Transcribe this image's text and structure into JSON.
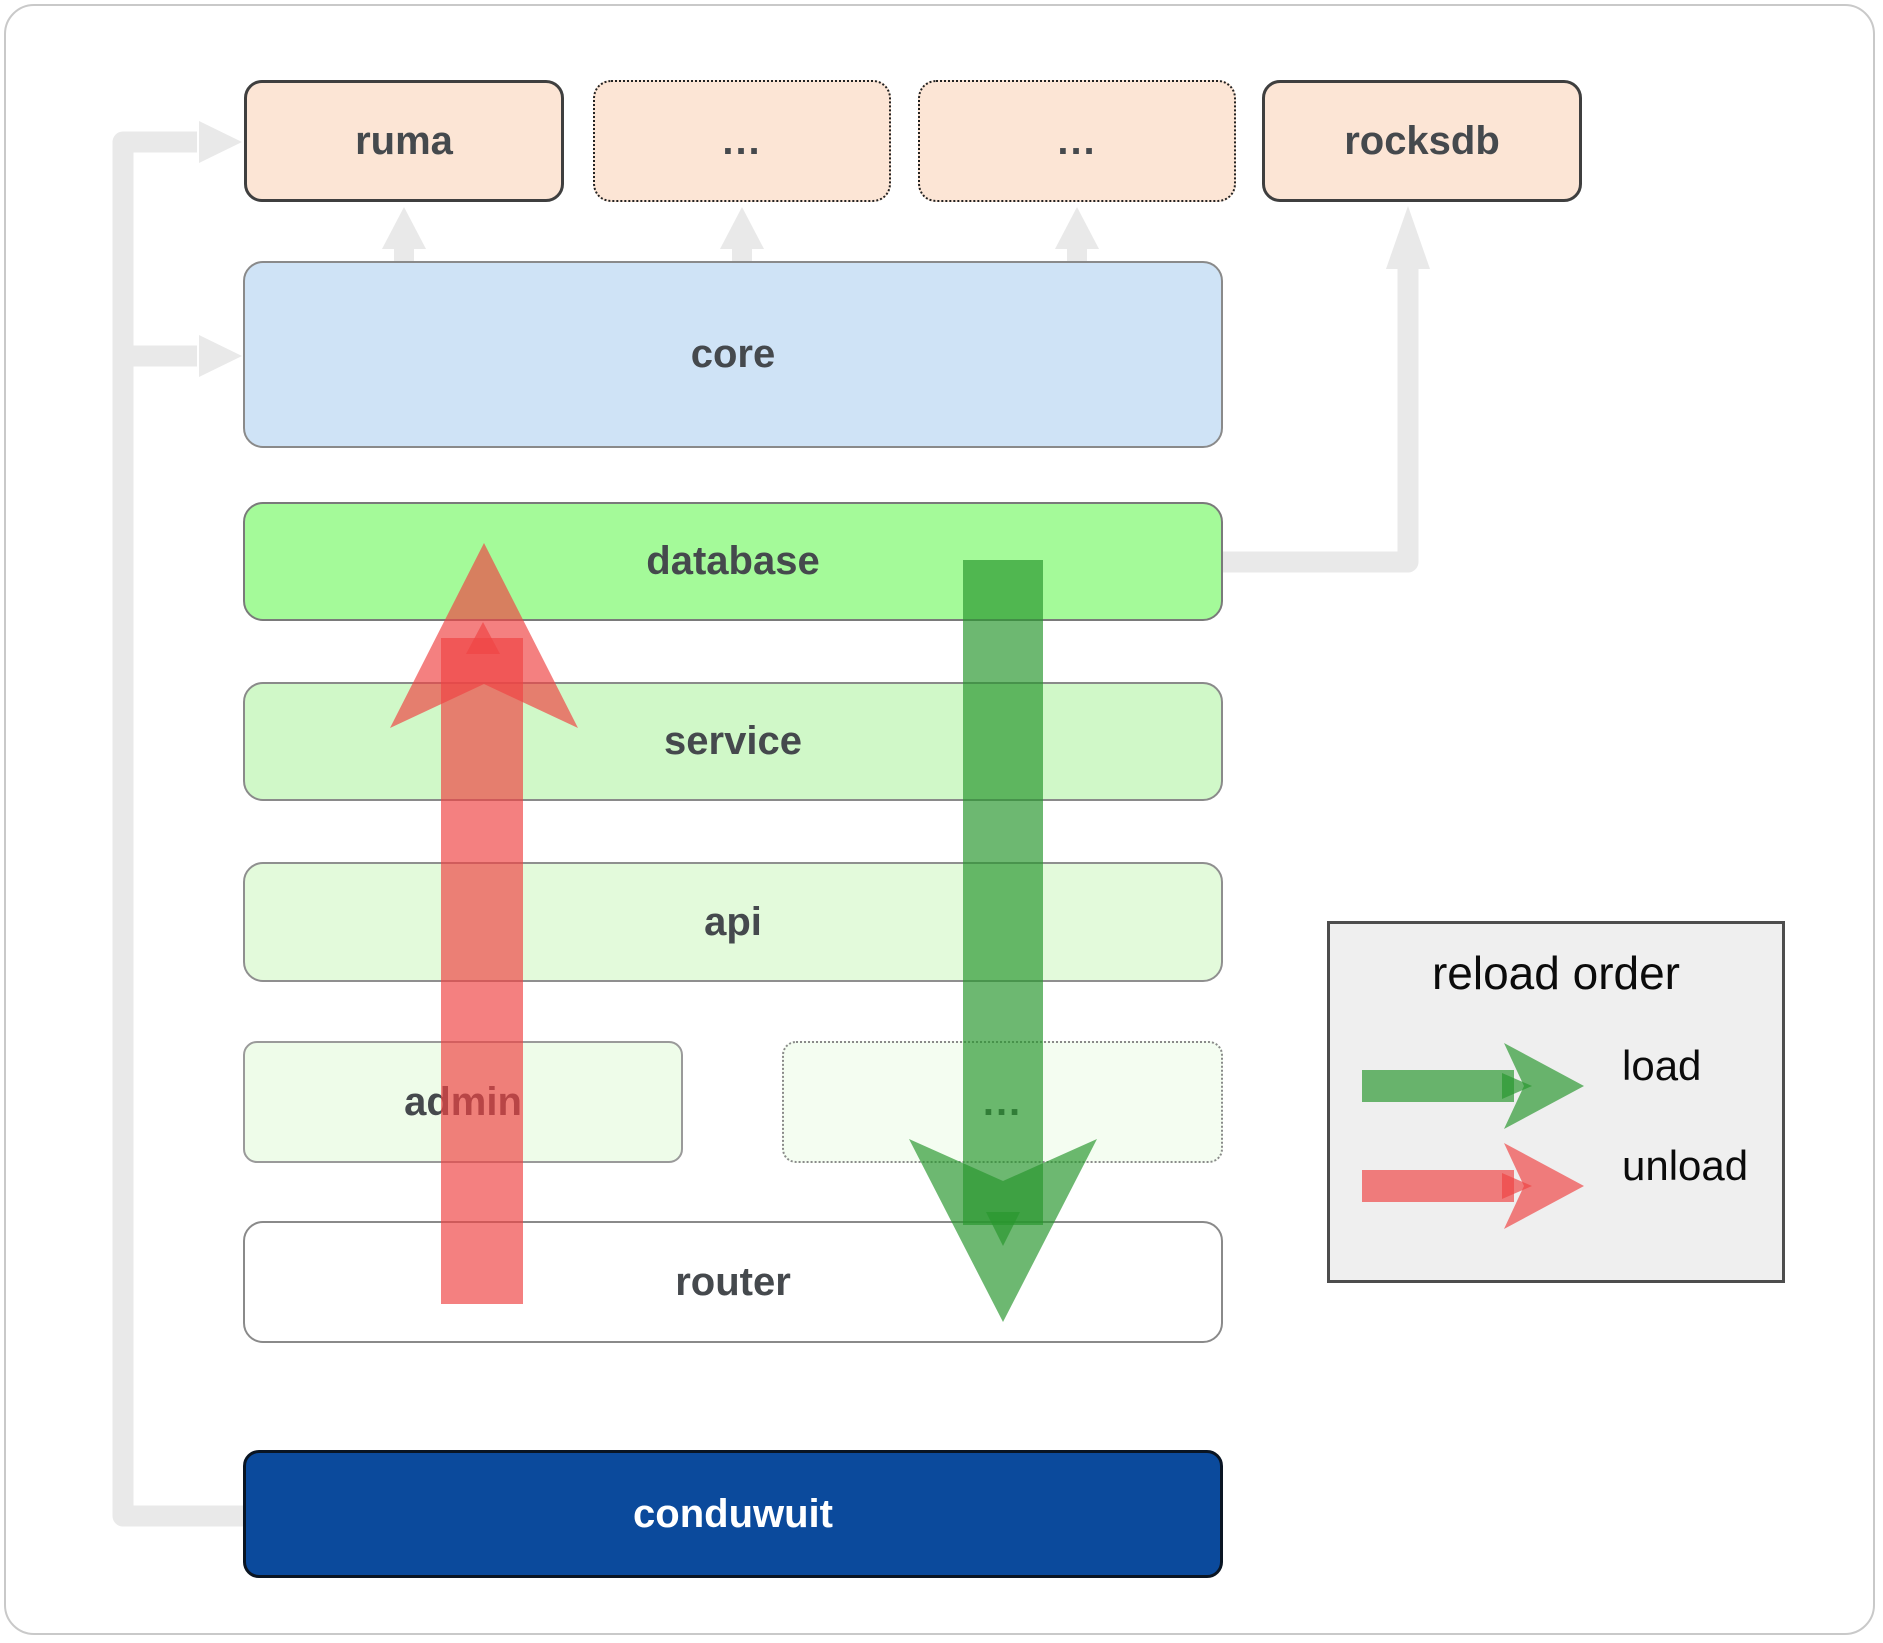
{
  "nodes": {
    "ruma": "ruma",
    "ellipsis_a": "...",
    "ellipsis_b": "...",
    "rocksdb": "rocksdb",
    "core": "core",
    "database": "database",
    "service": "service",
    "api": "api",
    "admin": "admin",
    "ellipsis_c": "...",
    "router": "router",
    "conduwuit": "conduwuit"
  },
  "legend": {
    "title": "reload order",
    "items": [
      {
        "label": "load",
        "color": "#28962d"
      },
      {
        "label": "unload",
        "color": "#ef4444"
      }
    ]
  },
  "colors": {
    "peach_fill": "#fce5d5",
    "core_fill": "#cfe3f6",
    "database_fill": "#a4fa99",
    "service_fill": "#d0f8c8",
    "api_fill": "#e3fadb",
    "admin_fill": "#eefce9",
    "conduwuit_fill": "#0b4a9c",
    "connector_gray": "#e9e9e9",
    "load_green": "#28962d",
    "unload_red": "#ef4444"
  }
}
